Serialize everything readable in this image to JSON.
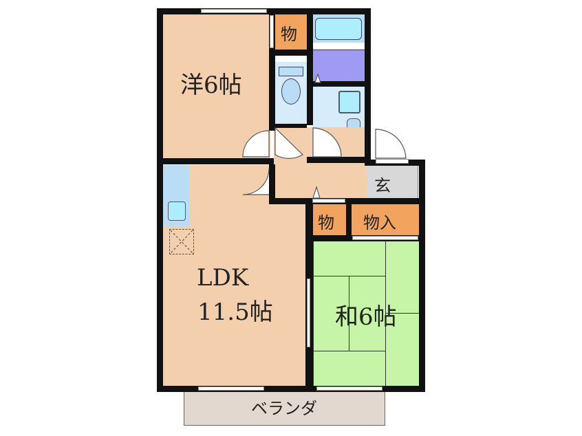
{
  "floorplan": {
    "rooms": {
      "western": {
        "label": "洋6帖",
        "color": "#f4cfad"
      },
      "ldk": {
        "line1": "LDK",
        "line2": "11.5帖",
        "color": "#f4cfad"
      },
      "japanese": {
        "label": "和6帖",
        "color": "#c6f5a8"
      },
      "closet_top": {
        "label": "物",
        "color": "#f2a45f"
      },
      "closet_mid": {
        "label": "物",
        "color": "#f2a45f"
      },
      "closet_large": {
        "label": "物入",
        "color": "#f2a45f"
      },
      "entrance": {
        "label": "玄",
        "color": "#d8d8d8"
      },
      "bath": {
        "color": "#9f9bf5"
      },
      "bath_tub": {
        "color": "#aeeefc"
      },
      "toilet": {
        "color": "#d6ecfb"
      },
      "washroom": {
        "color": "#d6ecfb"
      },
      "hallway": {
        "color": "#f4cfad"
      },
      "kitchen": {
        "color": "#b9dcf7"
      }
    },
    "balcony": {
      "label": "ベランダ",
      "color": "#e2d8cf"
    },
    "wall_color": "#111111"
  }
}
